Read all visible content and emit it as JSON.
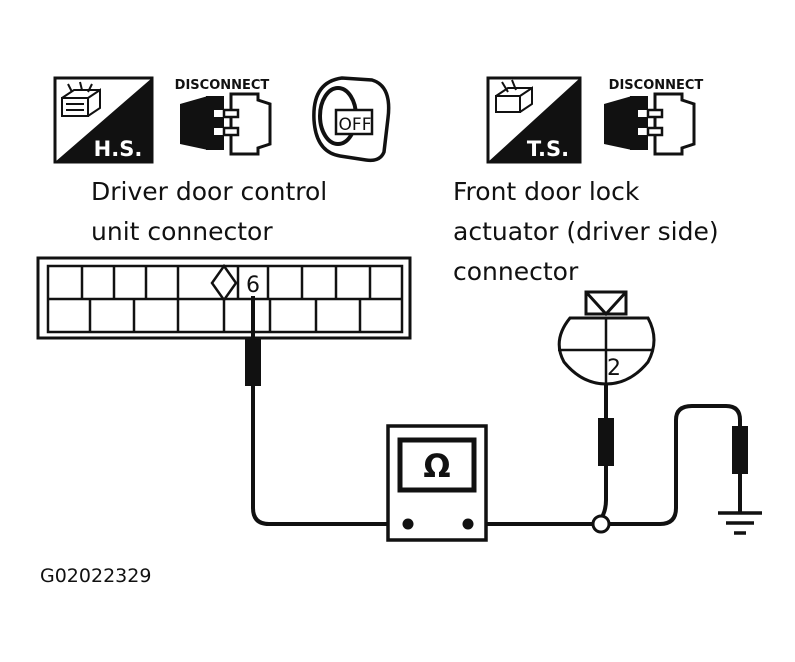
{
  "icons": {
    "hs_label": "H.S.",
    "ts_label": "T.S.",
    "disconnect_left": "DISCONNECT",
    "disconnect_right": "DISCONNECT",
    "key_label": "OFF"
  },
  "labels": {
    "ddcu_line1": "Driver door control",
    "ddcu_line2": "unit connector",
    "actuator_line1": "Front door lock",
    "actuator_line2": "actuator (driver side)",
    "actuator_line3": "connector"
  },
  "pins": {
    "ddcu_pin": "6",
    "actuator_pin": "2"
  },
  "meter": {
    "symbol": "Ω",
    "icon": "ohmmeter-icon"
  },
  "figure_code": "G02022329",
  "colors": {
    "line": "#111111",
    "background": "#ffffff"
  }
}
